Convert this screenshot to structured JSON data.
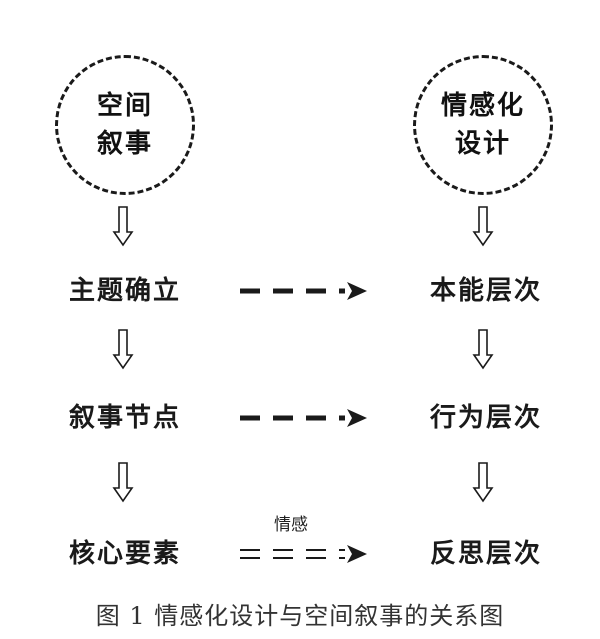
{
  "left_column": {
    "title": "空间\n叙事",
    "items": [
      "主题确立",
      "叙事节点",
      "核心要素"
    ]
  },
  "right_column": {
    "title": "情感化\n设计",
    "items": [
      "本能层次",
      "行为层次",
      "反思层次"
    ]
  },
  "connectors": {
    "annotation": "情感"
  },
  "caption": "图 1  情感化设计与空间叙事的关系图",
  "colors": {
    "ink": "#1a1a1a",
    "caption": "#333333"
  }
}
